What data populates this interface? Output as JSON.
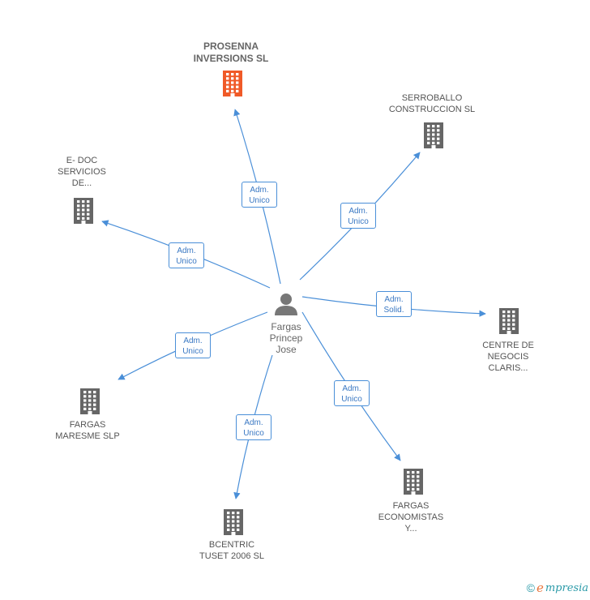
{
  "center": {
    "name_lines": [
      "Fargas",
      "Princep",
      "Jose"
    ]
  },
  "nodes": [
    {
      "id": "prosenna",
      "lines": [
        "PROSENNA",
        "INVERSIONS SL"
      ],
      "highlight": true,
      "color": "#f05a28"
    },
    {
      "id": "serroballo",
      "lines": [
        "SERROBALLO",
        "CONSTRUCCION SL"
      ],
      "highlight": false,
      "color": "#666666"
    },
    {
      "id": "edoc",
      "lines": [
        "E- DOC",
        "SERVICIOS",
        "DE..."
      ],
      "highlight": false,
      "color": "#666666"
    },
    {
      "id": "centre",
      "lines": [
        "CENTRE DE",
        "NEGOCIS",
        "CLARIS..."
      ],
      "highlight": false,
      "color": "#666666"
    },
    {
      "id": "maresme",
      "lines": [
        "FARGAS",
        "MARESME SLP"
      ],
      "highlight": false,
      "color": "#666666"
    },
    {
      "id": "economistas",
      "lines": [
        "FARGAS",
        "ECONOMISTAS",
        "Y..."
      ],
      "highlight": false,
      "color": "#666666"
    },
    {
      "id": "bcentric",
      "lines": [
        "BCENTRIC",
        "TUSET 2006 SL"
      ],
      "highlight": false,
      "color": "#666666"
    }
  ],
  "edges": [
    {
      "to": "prosenna",
      "label_lines": [
        "Adm.",
        "Unico"
      ]
    },
    {
      "to": "serroballo",
      "label_lines": [
        "Adm.",
        "Unico"
      ]
    },
    {
      "to": "edoc",
      "label_lines": [
        "Adm.",
        "Unico"
      ]
    },
    {
      "to": "centre",
      "label_lines": [
        "Adm.",
        "Solid."
      ]
    },
    {
      "to": "maresme",
      "label_lines": [
        "Adm.",
        "Unico"
      ]
    },
    {
      "to": "economistas",
      "label_lines": [
        "Adm.",
        "Unico"
      ]
    },
    {
      "to": "bcentric",
      "label_lines": [
        "Adm.",
        "Unico"
      ]
    }
  ],
  "colors": {
    "edge": "#4a8fd8",
    "person_icon": "#777777"
  },
  "footer": {
    "copyright": "©",
    "brand_initial": "e",
    "brand_rest": "mpresia"
  }
}
